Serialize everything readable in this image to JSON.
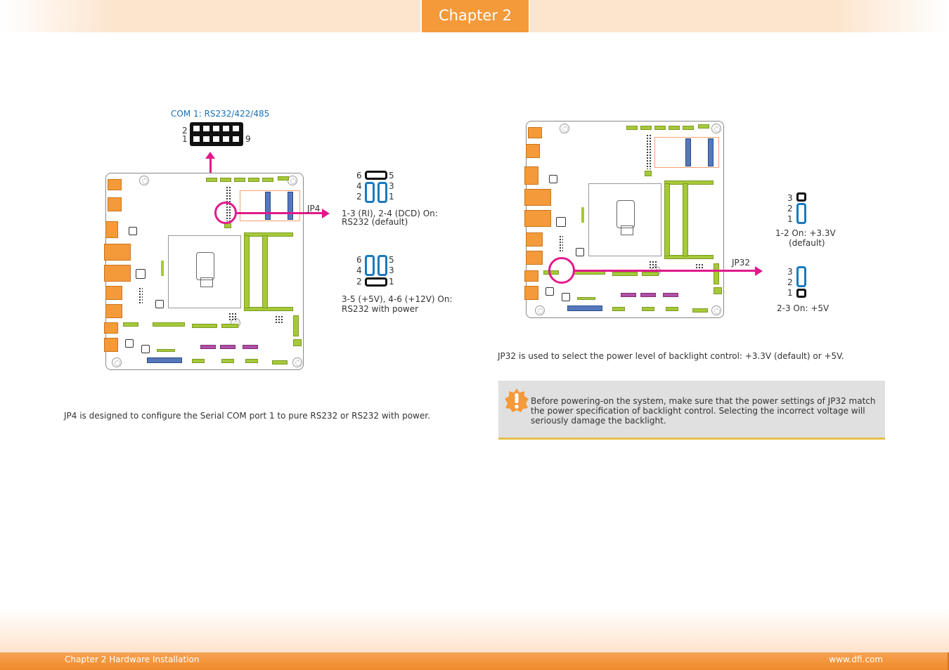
{
  "header": {
    "chapter_label": "Chapter 2"
  },
  "footer": {
    "left_text": "Chapter 2 Hardware Installation",
    "right_text": "www.dfi.com"
  },
  "jp4": {
    "com_label": "COM 1: RS232/422/485",
    "com_pin_2": "2",
    "com_pin_1": "1",
    "com_pin_9": "9",
    "jumper_label": "JP4",
    "setting1": {
      "pins_left": [
        "6",
        "4",
        "2"
      ],
      "pins_right": [
        "5",
        "3",
        "1"
      ],
      "line1": "1-3 (RI), 2-4  (DCD) On:",
      "line2": "RS232 (default)"
    },
    "setting2": {
      "pins_left": [
        "6",
        "4",
        "2"
      ],
      "pins_right": [
        "5",
        "3",
        "1"
      ],
      "line1": "3-5 (+5V), 4-6 (+12V) On:",
      "line2": "RS232 with power"
    },
    "description": "JP4 is designed to configure the Serial COM port 1 to pure RS232 or RS232 with power."
  },
  "jp32": {
    "jumper_label": "JP32",
    "setting1": {
      "pins": [
        "3",
        "2",
        "1"
      ],
      "line1": "1-2 On: +3.3V",
      "line2": "(default)"
    },
    "setting2": {
      "pins": [
        "3",
        "2",
        "1"
      ],
      "line1": "2-3 On: +5V"
    },
    "description": "JP32 is used to select the power level of backlight control: +3.3V (default) or +5V.",
    "warning": "Before powering-on the system, make sure that the power settings of JP32 match the power specification of backlight control. Selecting the incorrect voltage will seriously damage the backlight."
  },
  "colors": {
    "accent_orange": "#f49a3a",
    "highlight_magenta": "#e1198b",
    "jumper_blue": "#1a7abd",
    "heading_blue": "#1a6fb5"
  }
}
